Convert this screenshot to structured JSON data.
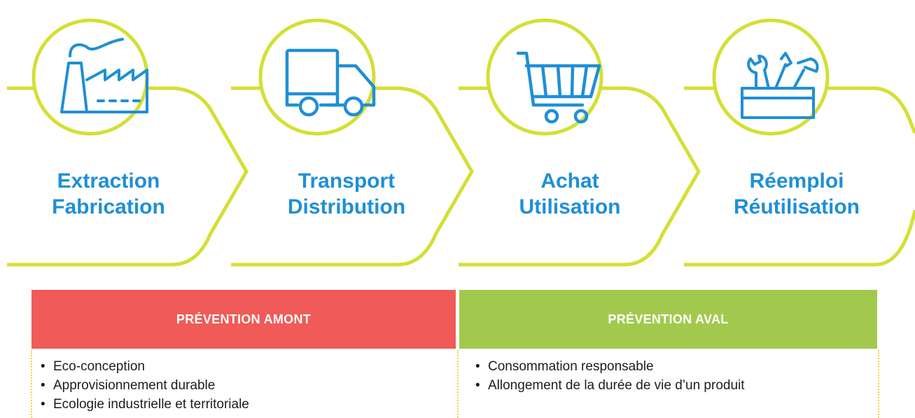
{
  "colors": {
    "accent_line": "#d4df35",
    "icon_blue": "#1f8fd6",
    "label_blue": "#1f8fd6",
    "prevention_amont": "#f05a58",
    "prevention_aval": "#a2c94e",
    "dotted_border": "#f2d43c"
  },
  "steps": [
    {
      "icon": "factory-icon",
      "label_line1": "Extraction",
      "label_line2": "Fabrication"
    },
    {
      "icon": "delivery-truck-icon",
      "label_line1": "Transport",
      "label_line2": "Distribution"
    },
    {
      "icon": "shopping-cart-icon",
      "label_line1": "Achat",
      "label_line2": "Utilisation"
    },
    {
      "icon": "toolbox-icon",
      "label_line1": "Réemploi",
      "label_line2": "Réutilisation"
    }
  ],
  "prevention": {
    "amont": {
      "title": "PRÉVENTION AMONT",
      "items": [
        "Eco-conception",
        "Approvisionnement durable",
        "Ecologie industrielle et territoriale"
      ]
    },
    "aval": {
      "title": "PRÉVENTION AVAL",
      "items": [
        "Consommation responsable",
        "Allongement de la durée de vie d’un produit"
      ]
    }
  }
}
